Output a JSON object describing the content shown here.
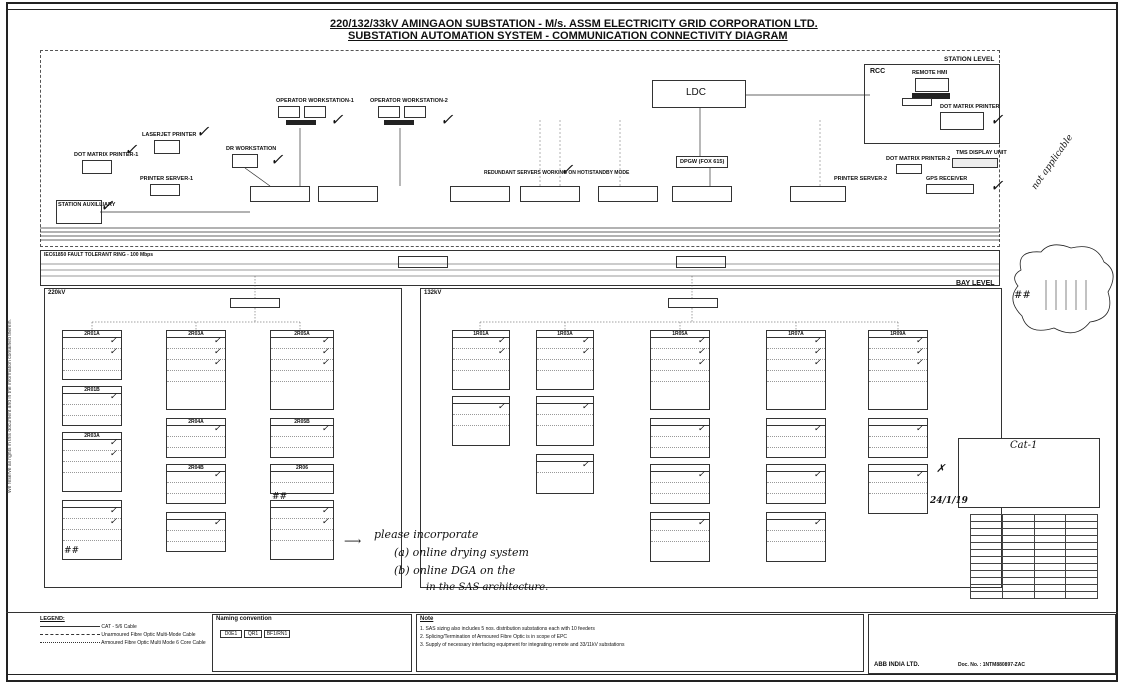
{
  "title": {
    "line1": "220/132/33kV AMINGAON SUBSTATION - M/s. ASSM ELECTRICITY GRID CORPORATION LTD.",
    "line2": "SUBSTATION AUTOMATION SYSTEM - COMMUNICATION CONNECTIVITY DIAGRAM"
  },
  "levels": {
    "station": "STATION LEVEL",
    "bay": "BAY LEVEL"
  },
  "rcc": {
    "label": "RCC",
    "remote_hmi": "REMOTE HMI",
    "dot_matrix": "DOT MATRIX PRINTER"
  },
  "ldc": {
    "label": "LDC"
  },
  "dpgw": {
    "label": "DPGW (FOX 615)"
  },
  "operator_ws": [
    "OPERATOR WORKSTATION-1",
    "OPERATOR WORKSTATION-2"
  ],
  "dr_ws": "DR WORKSTATION",
  "laserjet": "LASERJET PRINTER",
  "dot_matrix_1": "DOT MATRIX PRINTER-1",
  "printer_server_1": "PRINTER SERVER-1",
  "station_aux": "STATION AUXILLIARY",
  "redundant": "REDUNDANT SERVERS WORKING ON HOT/STANDBY MODE",
  "dot_matrix_2": "DOT MATRIX PRINTER-2",
  "tms_display": "TMS DISPLAY UNIT",
  "printer_server_2": "PRINTER SERVER-2",
  "gps": "GPS RECEIVER",
  "ring_label": "IEC61850 FAULT TOLERANT RING - 100 Mbps",
  "voltage": {
    "kv220": "220kV",
    "kv132": "132kV"
  },
  "panels_220": [
    [
      "2R01A",
      "2R01B",
      "2R03A"
    ],
    [
      "2R03A",
      "2R04A",
      "2R04B"
    ],
    [
      "2R05A",
      "2R05B",
      "2R06"
    ]
  ],
  "panels_132": [
    "1R01A",
    "1R03A",
    "1R05A",
    "1R07A",
    "1R09A"
  ],
  "handwritten": {
    "not_applicable": "not applicable",
    "note1": "please incorporate",
    "note2": "(a) online drying system",
    "note3": "(b) online DGA on the",
    "note4": "in the SAS architecture.",
    "cat": "Cat-1",
    "date": "24/1/19"
  },
  "legend": {
    "title": "LEGEND:",
    "items": [
      "CAT - 5/6 Cable",
      "Unarmoured Fibre Optic Multi-Mode Cable",
      "Armoured Fibre Optic Multi Mode 6 Core Cable"
    ]
  },
  "naming": {
    "title": "Naming convention",
    "codes": [
      "D0E1",
      "QR1",
      "BF1/RN1"
    ]
  },
  "notes": {
    "title": "Note",
    "lines": [
      "1. SAS sizing also includes 5 nos. distribution substations each with 10 feeders",
      "2. Splicing/Termination of Armoured Fibre Optic is in scope of EPC",
      "3. Supply of necessary interfacing equipment for integrating remote and 33/11kV substations"
    ]
  },
  "title_block": {
    "company": "ABB INDIA LTD.",
    "doc": "Doc. No. : 1NTM880897-ZAC"
  }
}
